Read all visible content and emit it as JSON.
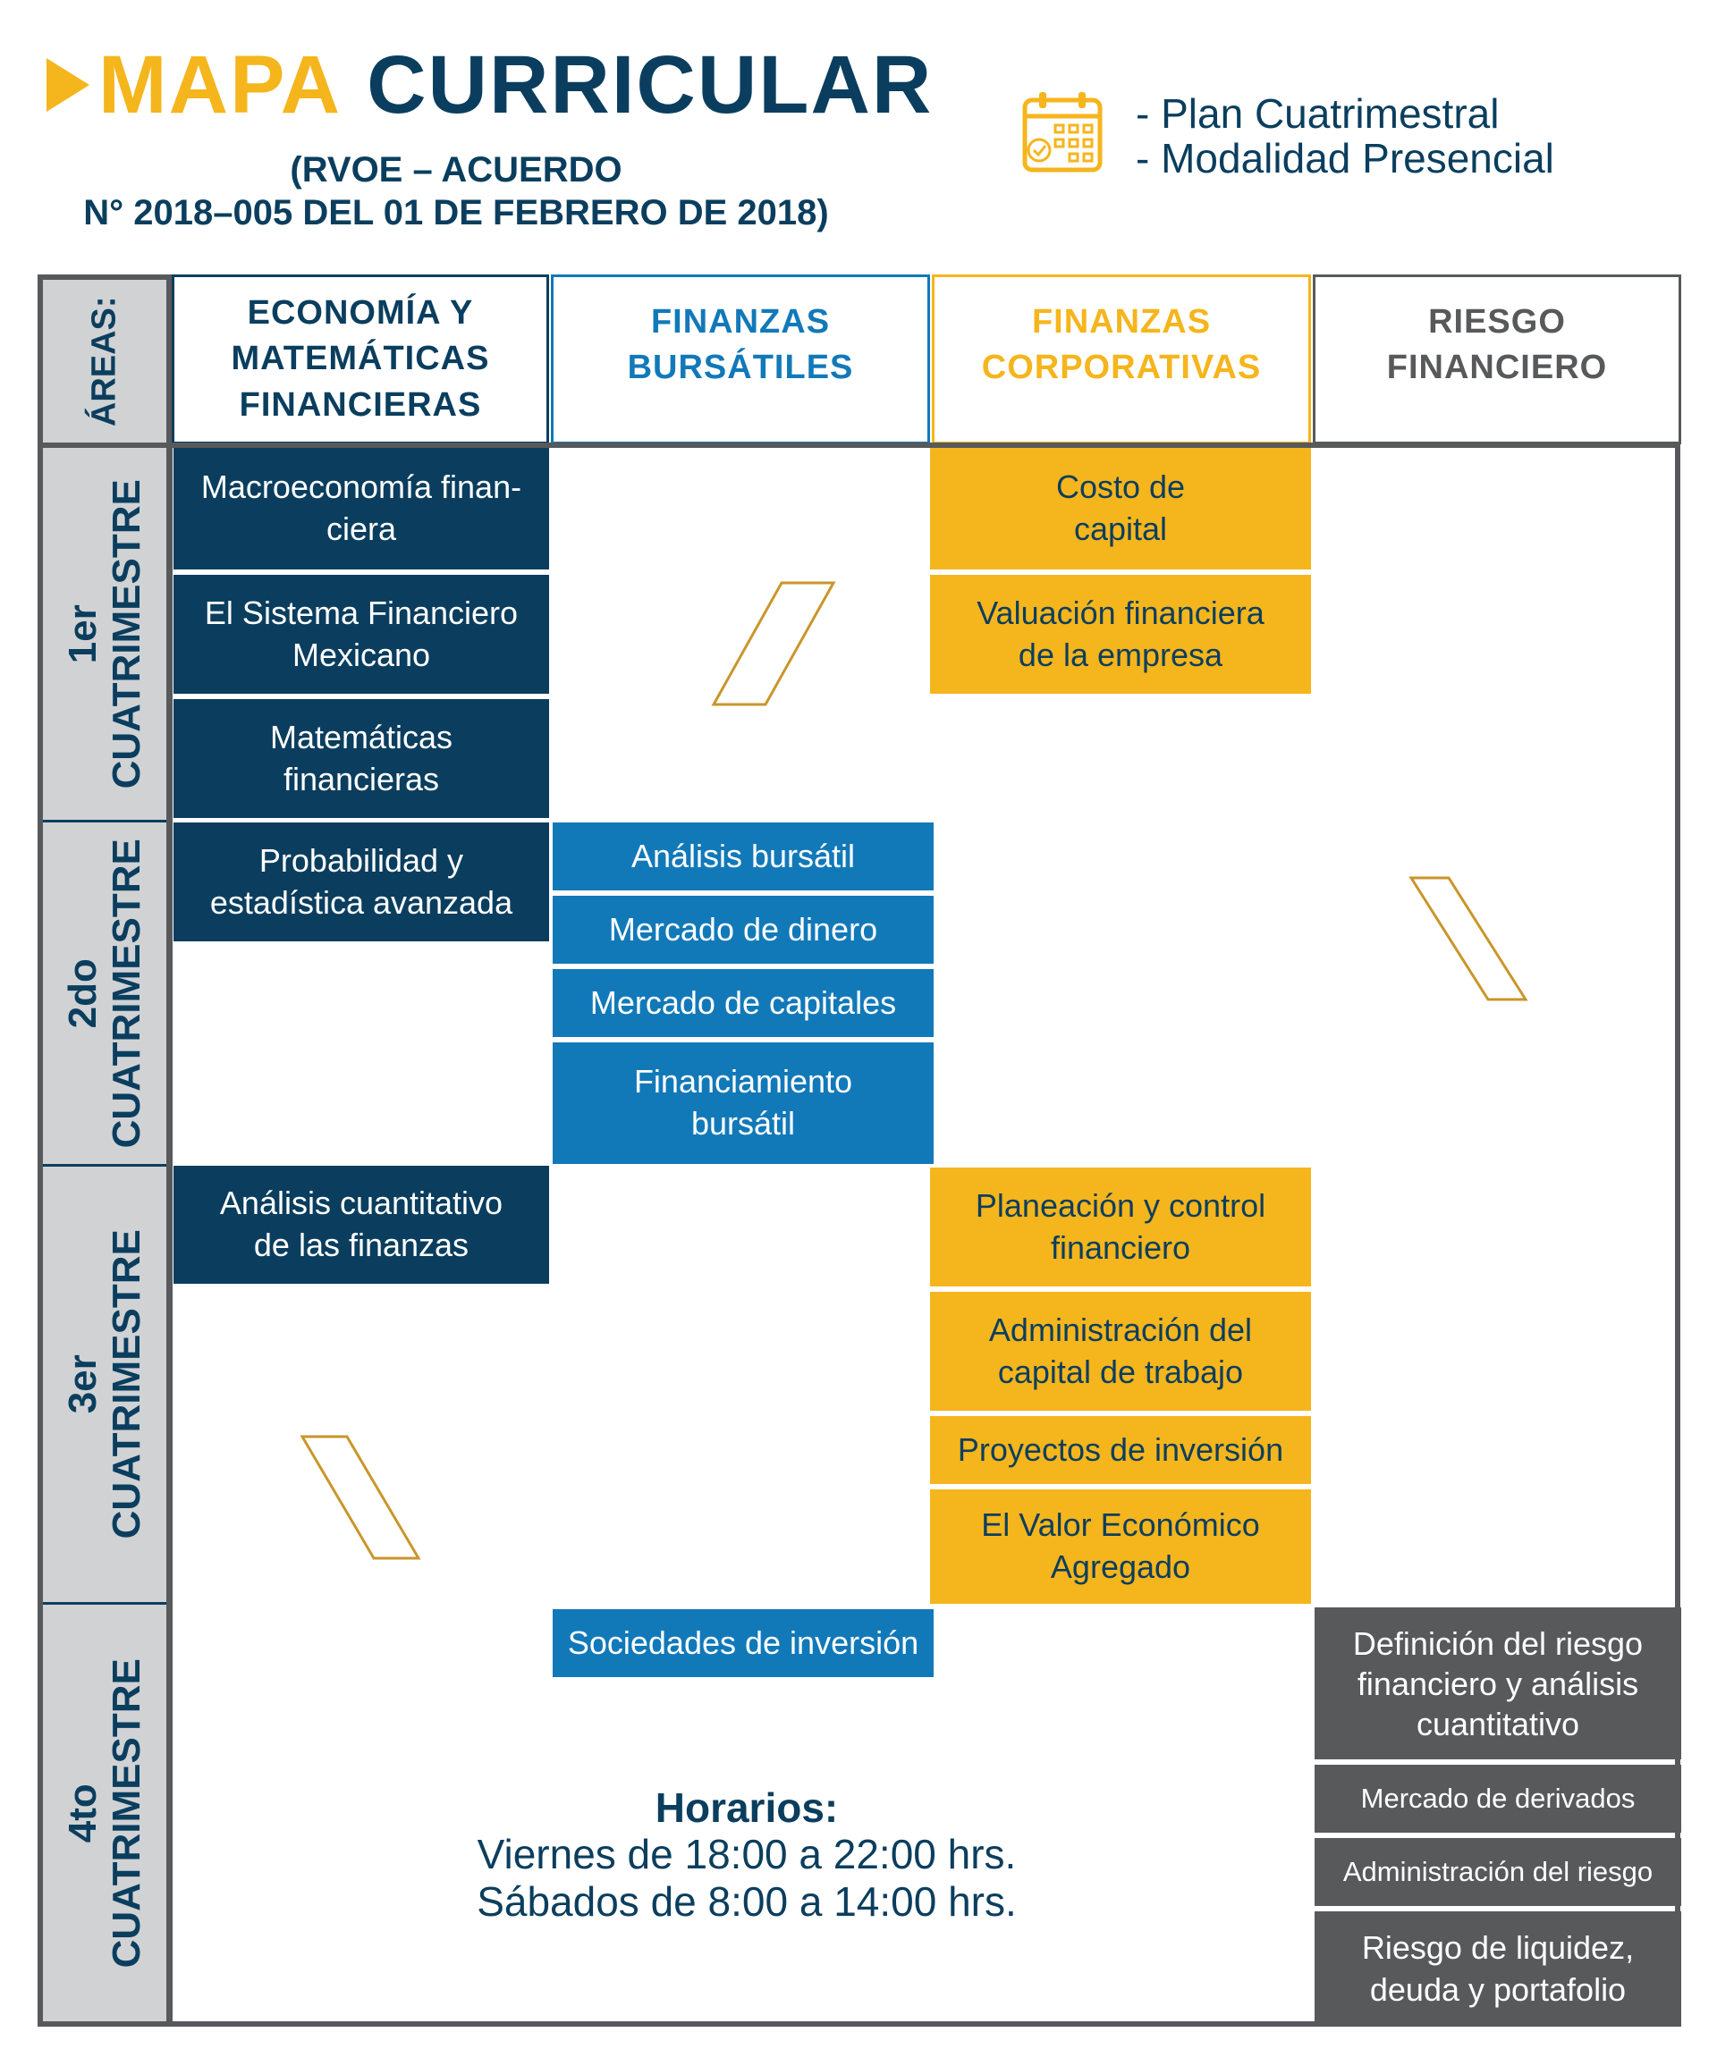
{
  "header": {
    "title_part1": "MAPA",
    "title_part2": "CURRICULAR",
    "rvoe_line1": "(RVOE – ACUERDO",
    "rvoe_line2": "N° 2018–005 DEL 01 DE FEBRERO DE 2018)",
    "calendar_icon": "calendar-check-icon",
    "plan_line1": "- Plan Cuatrimestral",
    "plan_line2": "- Modalidad Presencial"
  },
  "areas_label": "ÁREAS:",
  "areas": [
    {
      "line1": "ECONOMÍA Y",
      "line2": "MATEMÁTICAS",
      "line3": "FINANCIERAS",
      "color": "#0b3e5e"
    },
    {
      "line1": "FINANZAS",
      "line2": "BURSÁTILES",
      "color": "#1279b9"
    },
    {
      "line1": "FINANZAS",
      "line2": "CORPORATIVAS",
      "color": "#f5b51c"
    },
    {
      "line1": "RIESGO",
      "line2": "FINANCIERO",
      "color": "#58595b"
    }
  ],
  "terms": [
    {
      "line1": "1er",
      "line2": "CUATRIMESTRE"
    },
    {
      "line1": "2do",
      "line2": "CUATRIMESTRE"
    },
    {
      "line1": "3er",
      "line2": "CUATRIMESTRE"
    },
    {
      "line1": "4to",
      "line2": "CUATRIMESTRE"
    }
  ],
  "courses": {
    "t1_econ": [
      {
        "line1": "Macroeconomía finan-",
        "line2": "ciera"
      },
      {
        "line1": "El Sistema Financiero",
        "line2": "Mexicano"
      },
      {
        "line1": "Matemáticas",
        "line2": "financieras"
      }
    ],
    "t1_corp": [
      {
        "line1": "Costo de",
        "line2": "capital"
      },
      {
        "line1": "Valuación financiera",
        "line2": "de la empresa"
      }
    ],
    "t2_econ": [
      {
        "line1": "Probabilidad y",
        "line2": "estadística avanzada"
      }
    ],
    "t2_burs": [
      {
        "line1": "Análisis bursátil"
      },
      {
        "line1": "Mercado de dinero"
      },
      {
        "line1": "Mercado de capitales"
      },
      {
        "line1": "Financiamiento",
        "line2": "bursátil"
      }
    ],
    "t3_econ": [
      {
        "line1": "Análisis cuantitativo",
        "line2": "de las finanzas"
      }
    ],
    "t3_corp": [
      {
        "line1": "Planeación y control",
        "line2": "financiero"
      },
      {
        "line1": "Administración del",
        "line2": "capital de trabajo"
      },
      {
        "line1": "Proyectos de inversión"
      },
      {
        "line1": "El Valor Económico",
        "line2": "Agregado"
      }
    ],
    "t4_burs": [
      {
        "line1": "Sociedades de inversión"
      }
    ],
    "t4_risk": [
      {
        "line1": "Definición del riesgo",
        "line2": "financiero y análisis",
        "line3": "cuantitativo"
      },
      {
        "line1": "Mercado de derivados"
      },
      {
        "line1": "Administración del riesgo"
      },
      {
        "line1": "Riesgo de liquidez,",
        "line2": "deuda y portafolio"
      }
    ]
  },
  "schedule": {
    "title": "Horarios:",
    "line1": "Viernes de 18:00 a 22:00 hrs.",
    "line2": "Sábados de 8:00 a 14:00 hrs."
  }
}
